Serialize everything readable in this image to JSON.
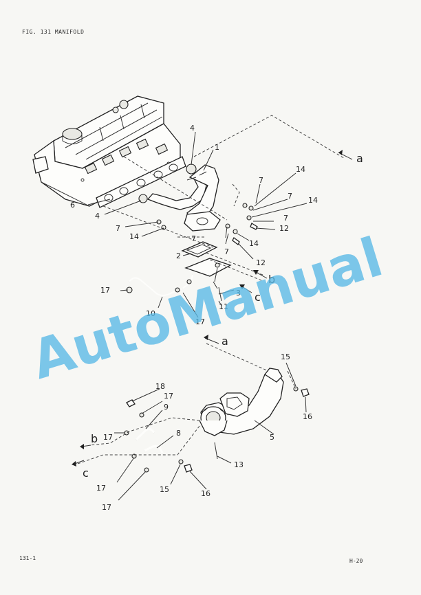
{
  "document": {
    "figure_title": "FIG. 131  MANIFOLD",
    "page_number": "131-1",
    "page_code": "H-20",
    "watermark": "AutoManual"
  },
  "callouts": {
    "c1": "1",
    "c2": "2",
    "c3": "3",
    "c4a": "4",
    "c4b": "4",
    "c5": "5",
    "c6": "6",
    "c7a": "7",
    "c7b": "7",
    "c7c": "7",
    "c7d": "7",
    "c7e": "7",
    "c7f": "7",
    "c8": "8",
    "c9": "9",
    "c10": "10",
    "c11": "11",
    "c12a": "12",
    "c12b": "12",
    "c13": "13",
    "c14a": "14",
    "c14b": "14",
    "c14c": "14",
    "c14d": "14",
    "c15a": "15",
    "c15b": "15",
    "c16a": "16",
    "c16b": "16",
    "c17a": "17",
    "c17b": "17",
    "c17c": "17",
    "c17d": "17",
    "c17e": "17",
    "c17f": "17",
    "c18": "18"
  },
  "arrows": {
    "a_top": "a",
    "b_top": "b",
    "c_top": "c",
    "a_bottom": "a",
    "b_bottom": "b",
    "c_bottom": "c"
  }
}
